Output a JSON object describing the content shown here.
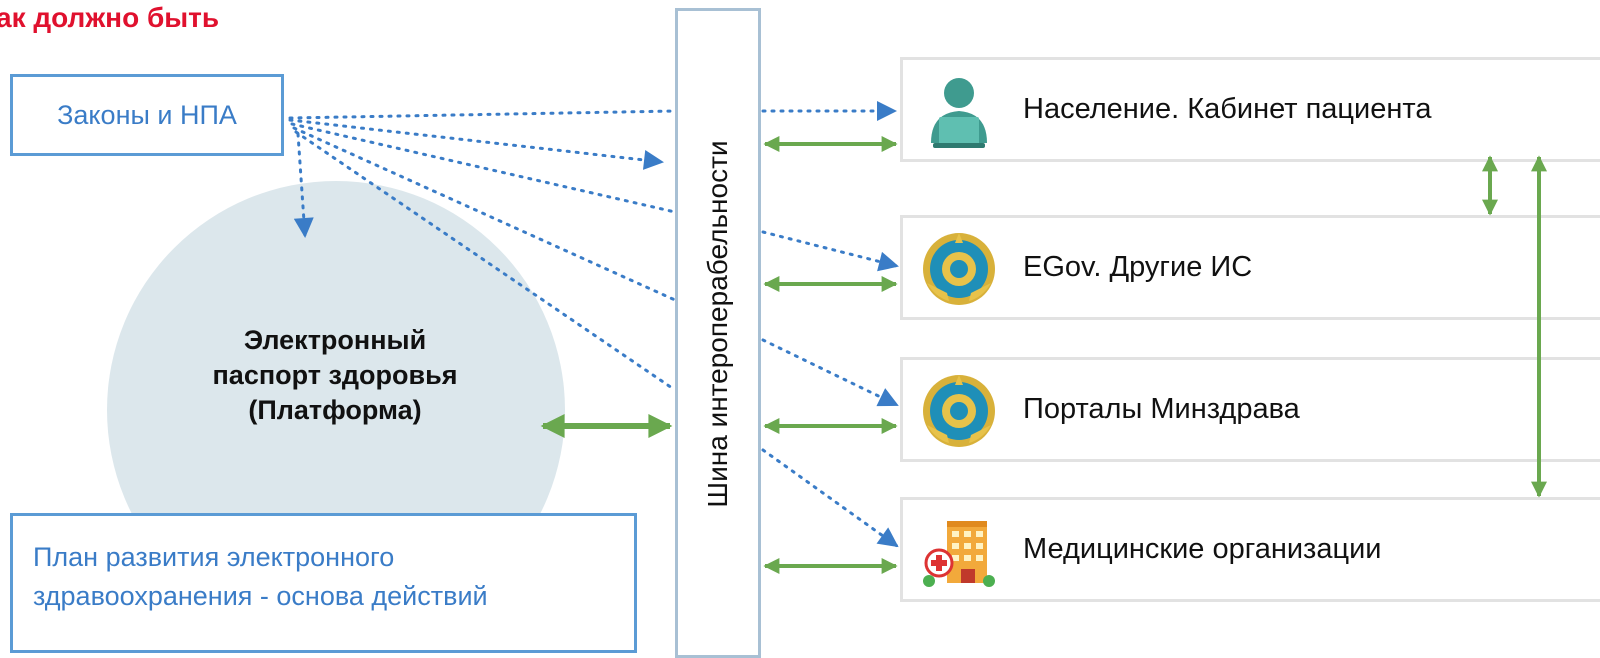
{
  "heading": "ак должно быть",
  "laws_label": "Законы и НПА",
  "platform": {
    "line1": "Электронный",
    "line2": "паспорт здоровья",
    "line3": "(Платформа)"
  },
  "plan": {
    "line1": "План развития электронного",
    "line2": "здравоохранения - основа действий"
  },
  "bus_label": "Шина интероперабельности",
  "systems": [
    {
      "label": "Население. Кабинет пациента",
      "icon": "user-at-laptop-icon"
    },
    {
      "label": "EGov. Другие ИС",
      "icon": "kazakhstan-emblem-icon"
    },
    {
      "label": "Порталы Минздрава",
      "icon": "kazakhstan-emblem-icon"
    },
    {
      "label": "Медицинские организации",
      "icon": "hospital-building-icon"
    }
  ],
  "colors": {
    "heading": "#e0112e",
    "blue_text": "#3a7cc7",
    "box_border": "#5b9bd5",
    "dotted_arrow": "#3a7cc7",
    "green_arrow": "#6aa84f",
    "circle": "#dce7ec"
  }
}
